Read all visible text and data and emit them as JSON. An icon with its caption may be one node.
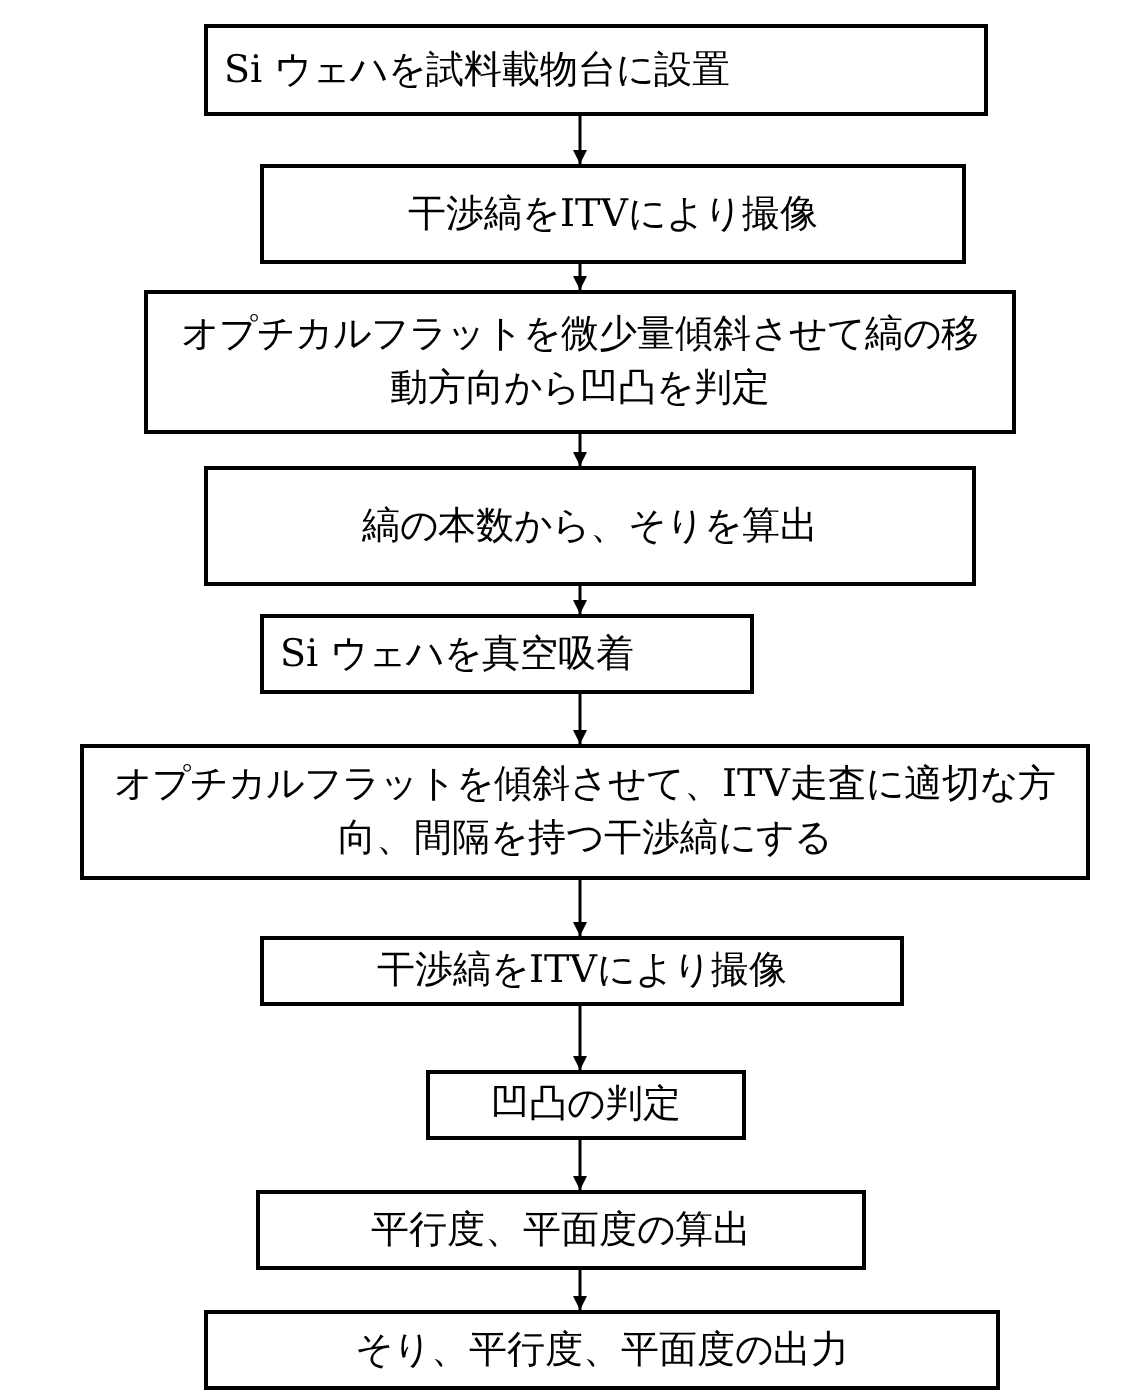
{
  "diagram": {
    "nodes": [
      {
        "text": [
          "Si ウェハを試料載物台に設置"
        ]
      },
      {
        "text": [
          "干渉縞をITVにより撮像"
        ]
      },
      {
        "text": [
          "オプチカルフラットを微少量傾斜させて縞の移動方向から凹凸を判定"
        ]
      },
      {
        "text": [
          "縞の本数から、そりを算出"
        ]
      },
      {
        "text": [
          "Si ウェハを真空吸着"
        ]
      },
      {
        "text": [
          "オプチカルフラットを傾斜させて、ITV走査に適切な方向、間隔を持つ干渉縞にする"
        ]
      },
      {
        "text": [
          "干渉縞をITVにより撮像"
        ]
      },
      {
        "text": [
          "凹凸の判定"
        ]
      },
      {
        "text": [
          "平行度、平面度の算出"
        ]
      },
      {
        "text": [
          "そり、平行度、平面度の出力"
        ]
      }
    ],
    "edges": [
      {
        "from": 0,
        "to": 1,
        "arrow": "to"
      },
      {
        "from": 1,
        "to": 2,
        "arrow": "to"
      },
      {
        "from": 2,
        "to": 3,
        "arrow": "to"
      },
      {
        "from": 3,
        "to": 4,
        "arrow": "to"
      },
      {
        "from": 4,
        "to": 5,
        "arrow": "to"
      },
      {
        "from": 5,
        "to": 6,
        "arrow": "to"
      },
      {
        "from": 6,
        "to": 7,
        "arrow": "to"
      },
      {
        "from": 7,
        "to": 8,
        "arrow": "to"
      },
      {
        "from": 8,
        "to": 9,
        "arrow": "to"
      }
    ]
  }
}
